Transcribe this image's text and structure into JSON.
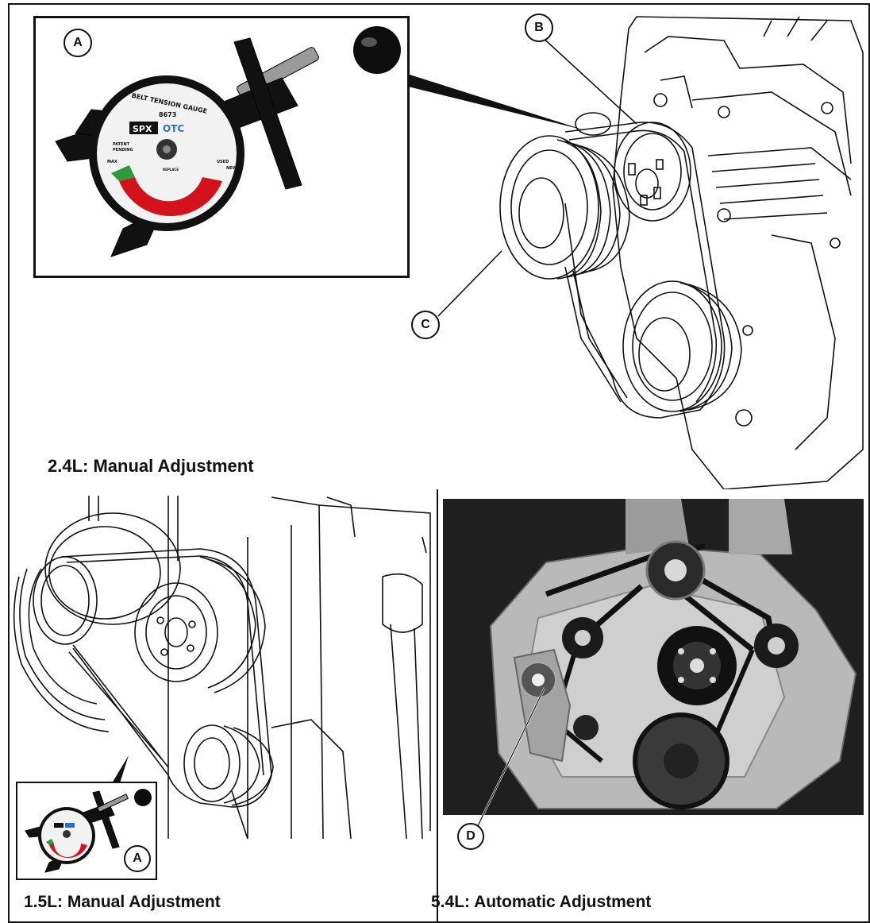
{
  "captions": {
    "top": "2.4L: Manual Adjustment",
    "bottom_left": "1.5L: Manual Adjustment",
    "bottom_right": "5.4L: Automatic Adjustment"
  },
  "callouts": {
    "a_top": "A",
    "b": "B",
    "c": "C",
    "a_bottom": "A",
    "d": "D"
  },
  "gauge": {
    "title": "BELT TENSION GAUGE",
    "model": "8673",
    "brand_left": "SPX",
    "brand_right": "OTC",
    "label_patent": "PATENT",
    "label_pending": "PENDING",
    "label_used": "USED",
    "label_new": "NEW",
    "label_max": "MAX",
    "label_replace": "REPLACE"
  },
  "colors": {
    "outline": "#111111",
    "gauge_red": "#d4121b",
    "gauge_green": "#2e9a3c",
    "brand_blue": "#2a6fc9",
    "photo_dark": "#2a2a2a"
  }
}
